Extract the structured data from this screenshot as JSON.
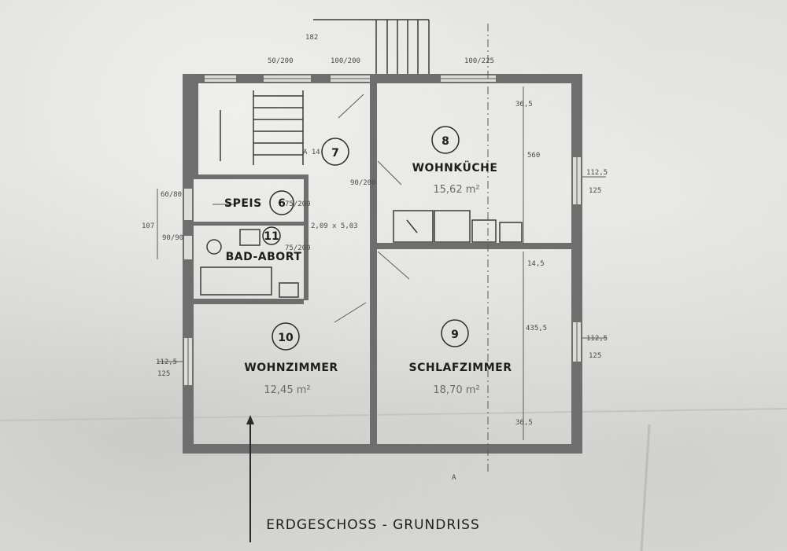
{
  "title": "ERDGESCHOSS - GRUNDRISS",
  "rooms": [
    {
      "number": "6",
      "name": "SPEIS"
    },
    {
      "number": "7",
      "name": ""
    },
    {
      "number": "8",
      "name": "WOHNKÜCHE",
      "area": "15,62 m²"
    },
    {
      "number": "9",
      "name": "SCHLAFZIMMER",
      "area": "18,70 m²"
    },
    {
      "number": "10",
      "name": "WOHNZIMMER",
      "area": "12,45 m²"
    },
    {
      "number": "11",
      "name": "BAD-ABORT"
    }
  ],
  "dimensions": {
    "top_a": "182",
    "top_b": "50/200",
    "top_c": "100/200",
    "top_d": "100/225",
    "wall_right_top": "36,5",
    "right_560": "560",
    "window_right_a": "112,5",
    "window_right_a2": "125",
    "window_right_b": "112,5",
    "window_right_b2": "125",
    "right_mid_a": "14,5",
    "right_mid_b": "435,5",
    "right_bottom": "36,5",
    "left_a": "60/80",
    "left_b": "107",
    "left_c": "90/90",
    "left_window": "112,5",
    "left_window2": "125",
    "hall_door": "90/200",
    "speis_door": "75/200",
    "bad_door": "75/200",
    "stair_note": "A 14",
    "hall_note": "2,09 x 5,03",
    "section_mark": "A"
  }
}
